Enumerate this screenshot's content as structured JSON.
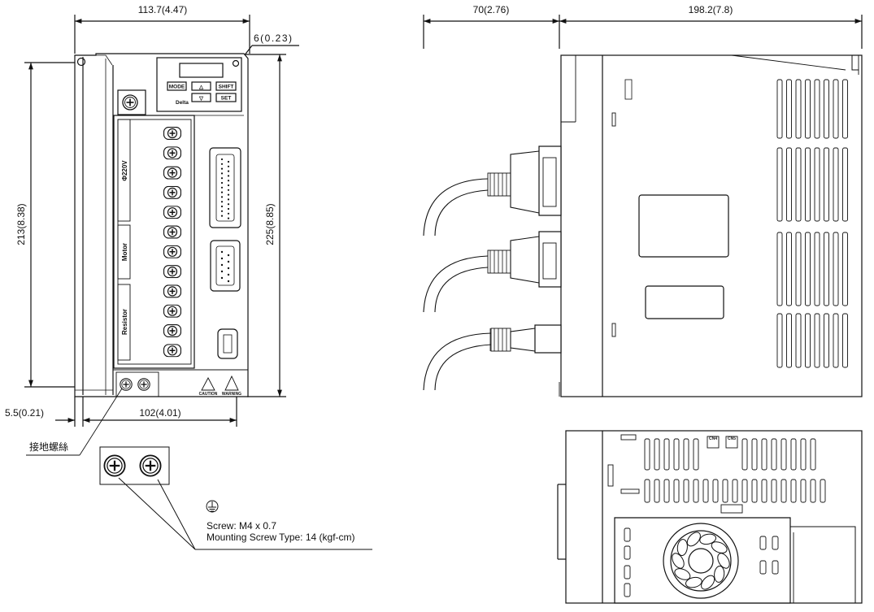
{
  "front_view": {
    "dim_width_overall": "113.7(4.47)",
    "dim_top_offset": "6(0.23)",
    "dim_mount_height": "213(8.38)",
    "dim_overall_height": "225(8.85)",
    "dim_side_offset": "5.5(0.21)",
    "dim_mount_width": "102(4.01)",
    "panel": {
      "mode_key": "MODE",
      "up_key": "△",
      "shift_key": "SHIFT",
      "down_key": "▽",
      "set_key": "SET",
      "brand": "Delta"
    },
    "terminal_labels": {
      "power": "Φ220V",
      "motor": "Motor",
      "resistor": "Resistor"
    },
    "warning_labels": {
      "caution": "CAUTION",
      "warning": "WARNING"
    }
  },
  "side_view": {
    "dim_connector_depth": "70(2.76)",
    "dim_body_depth": "198.2(7.8)"
  },
  "ground_detail": {
    "callout_label": "接地螺絲",
    "ground_symbol": "ground-symbol",
    "screw_spec": "Screw: M4 x 0.7",
    "torque_spec": "Mounting Screw Type: 14 (kgf-cm)"
  },
  "bottom_view": {
    "cn4_label": "CN4",
    "cn5_label": "CN5"
  }
}
